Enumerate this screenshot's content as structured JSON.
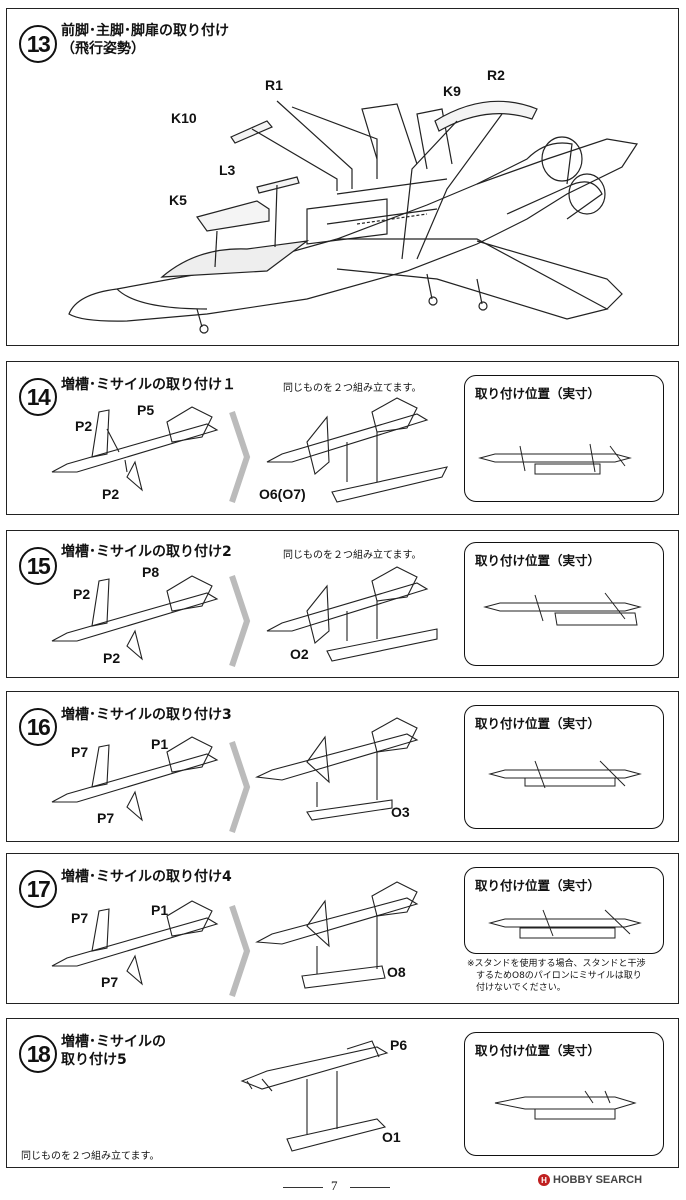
{
  "step13": {
    "num": "13",
    "title_line1": "前脚･主脚･脚扉の取り付け",
    "title_line2": "（飛行姿勢）",
    "labels": {
      "r1": "R1",
      "r2": "R2",
      "k9": "K9",
      "k10": "K10",
      "l3": "L3",
      "k5": "K5"
    }
  },
  "step14": {
    "num": "14",
    "title": "増槽･ミサイルの取り付け１",
    "note": "同じものを２つ組み立てます。",
    "labels": {
      "p2a": "P2",
      "p5": "P5",
      "p2b": "P2",
      "pylon": "O6(O7)"
    },
    "box_title": "取り付け位置（実寸）"
  },
  "step15": {
    "num": "15",
    "title": "増槽･ミサイルの取り付け2",
    "note": "同じものを２つ組み立てます。",
    "labels": {
      "p2a": "P2",
      "p8": "P8",
      "p2b": "P2",
      "pylon": "O2"
    },
    "box_title": "取り付け位置（実寸）"
  },
  "step16": {
    "num": "16",
    "title": "増槽･ミサイルの取り付け3",
    "labels": {
      "p7a": "P7",
      "p1": "P1",
      "p7b": "P7",
      "pylon": "O3"
    },
    "box_title": "取り付け位置（実寸）"
  },
  "step17": {
    "num": "17",
    "title": "増槽･ミサイルの取り付け4",
    "labels": {
      "p7a": "P7",
      "p1": "P1",
      "p7b": "P7",
      "pylon": "O8"
    },
    "box_title": "取り付け位置（実寸）",
    "warning": [
      "※スタンドを使用する場合、スタンドと干渉",
      "するためO8のパイロンにミサイルは取り",
      "付けないでください。"
    ]
  },
  "step18": {
    "num": "18",
    "title_line1": "増槽･ミサイルの",
    "title_line2": "取り付け5",
    "note": "同じものを２つ組み立てます。",
    "labels": {
      "p6": "P6",
      "pylon": "O1"
    },
    "box_title": "取り付け位置（実寸）"
  },
  "footer": {
    "page_number": "7",
    "watermark": "HOBBY SEARCH",
    "watermark_logo": "H"
  }
}
